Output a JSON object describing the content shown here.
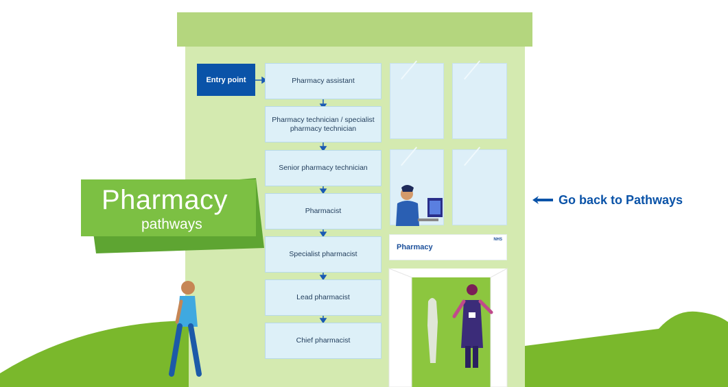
{
  "banner": {
    "title": "Pharmacy",
    "subtitle": "pathways"
  },
  "entry_point": "Entry point",
  "pathway_steps": [
    "Pharmacy assistant",
    "Pharmacy technician / specialist pharmacy technician",
    "Senior pharmacy technician",
    "Pharmacist",
    "Specialist pharmacist",
    "Lead pharmacist",
    "Chief pharmacist"
  ],
  "sign": {
    "label": "Pharmacy",
    "logo": "NHS"
  },
  "back_link": {
    "label": "Go back to Pathways",
    "icon": "back-arrow-icon"
  },
  "colors": {
    "grass": "#7ab82c",
    "building": "#d4eab0",
    "roof": "#b4d67e",
    "entry_box": "#0a53a8",
    "step_box": "#ddf0f8",
    "link": "#0a53a8"
  }
}
